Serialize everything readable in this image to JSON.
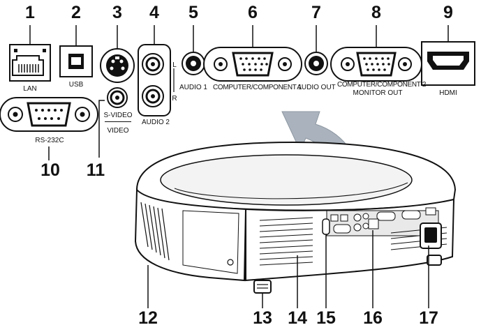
{
  "callouts": {
    "n1": "1",
    "n2": "2",
    "n3": "3",
    "n4": "4",
    "n5": "5",
    "n6": "6",
    "n7": "7",
    "n8": "8",
    "n9": "9",
    "n10": "10",
    "n11": "11",
    "n12": "12",
    "n13": "13",
    "n14": "14",
    "n15": "15",
    "n16": "16",
    "n17": "17"
  },
  "labels": {
    "lan": "LAN",
    "usb": "USB",
    "rs232c": "RS-232C",
    "svideo": "S-VIDEO",
    "video": "VIDEO",
    "audio2": "AUDIO 2",
    "audio_l": "L",
    "audio_r": "R",
    "audio1": "AUDIO 1",
    "computer1": "COMPUTER/COMPONENT 1",
    "audio_out": "AUDIO OUT",
    "computer2": "COMPUTER/COMPONENT 2",
    "monitor_out": "MONITOR OUT",
    "hdmi": "HDMI"
  },
  "colors": {
    "ink": "#111111",
    "arrow": "#aab3bd",
    "body_fill": "#ffffff",
    "shade": "#d9d9d9"
  }
}
